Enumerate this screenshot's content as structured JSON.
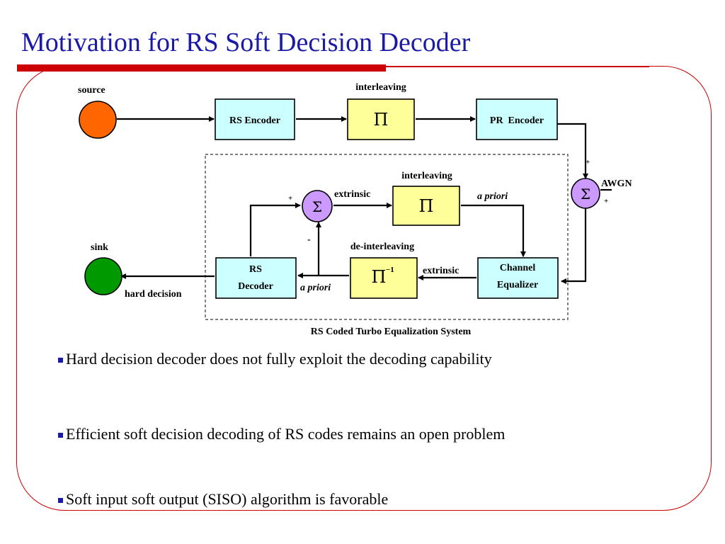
{
  "slide": {
    "title": "Motivation for RS Soft Decision Decoder"
  },
  "colors": {
    "title_blue": "#1a1aa6",
    "accent_red": "#cc0000",
    "block_cyan": "#ccffff",
    "block_yellow": "#ffff99",
    "sum_purple": "#cc99ff",
    "source_orange": "#ff6600",
    "sink_green": "#009900"
  },
  "diagram": {
    "source_label": "source",
    "sink_label": "sink",
    "rs_encoder": "RS Encoder",
    "pr_encoder": "PR  Encoder",
    "interleaver_symbol": "Π",
    "interleaving_top": "interleaving",
    "interleaving_inner": "interleaving",
    "deinterleaving": "de-interleaving",
    "deinterleaver_symbol": "Π",
    "deinterleaver_sup": "−1",
    "awgn": "AWGN",
    "sum_symbol": "Σ",
    "plus": "+",
    "minus": "-",
    "extrinsic_1": "extrinsic",
    "extrinsic_2": "extrinsic",
    "a_priori_1": "a priori",
    "a_priori_2": "a priori",
    "rs_decoder_line1": "RS",
    "rs_decoder_line2": "Decoder",
    "equalizer_line1": "Channel",
    "equalizer_line2": "Equalizer",
    "hard_decision": "hard decision",
    "caption": "RS Coded Turbo Equalization System"
  },
  "bullets": [
    "Hard decision decoder does not fully exploit the decoding capability",
    "Efficient soft decision decoding of RS codes remains an open problem",
    "Soft input soft output (SISO) algorithm is favorable"
  ]
}
